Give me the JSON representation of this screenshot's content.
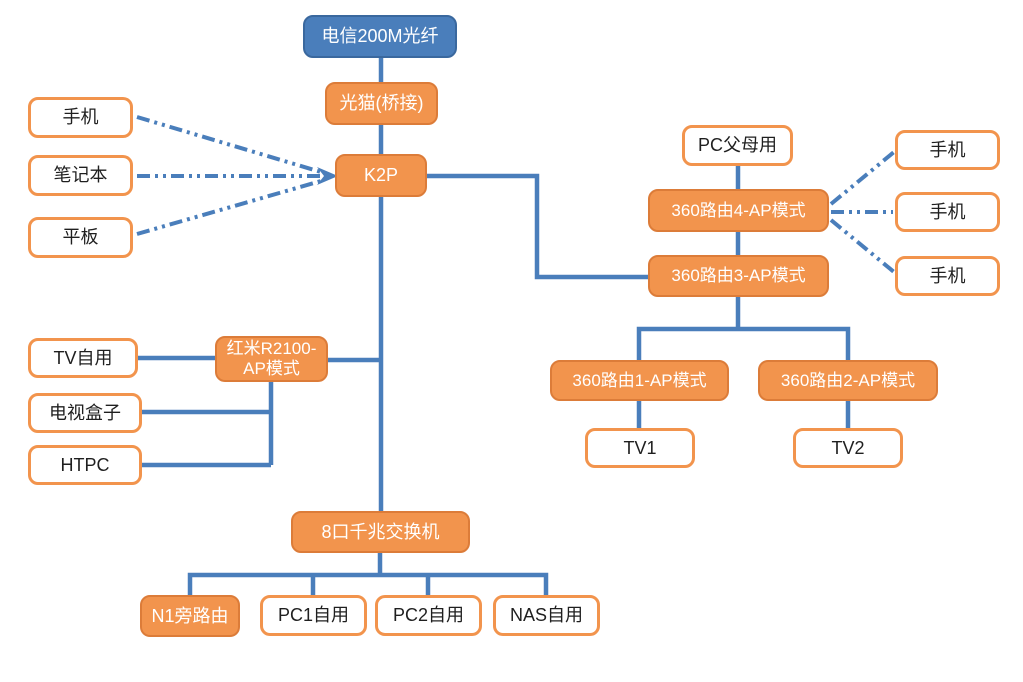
{
  "colors": {
    "blue_fill": "#4A7EBB",
    "blue_border": "#3A689E",
    "orange_fill": "#F2944D",
    "orange_border": "#DC7C39",
    "white_fill": "#FFFFFF",
    "connector_line": "#4A7EBB",
    "text_on_color": "#FFFFFF",
    "text_on_white": "#1F1F1F"
  },
  "nodes": {
    "isp": {
      "label": "电信200M光纤"
    },
    "modem": {
      "label": "光猫(桥接)"
    },
    "k2p": {
      "label": "K2P"
    },
    "phone_left": {
      "label": "手机"
    },
    "laptop": {
      "label": "笔记本"
    },
    "tablet": {
      "label": "平板"
    },
    "pc_parents": {
      "label": "PC父母用"
    },
    "router4": {
      "label": "360路由4-AP模式"
    },
    "router3": {
      "label": "360路由3-AP模式"
    },
    "phone_r1": {
      "label": "手机"
    },
    "phone_r2": {
      "label": "手机"
    },
    "phone_r3": {
      "label": "手机"
    },
    "router1": {
      "label": "360路由1-AP模式"
    },
    "router2": {
      "label": "360路由2-AP模式"
    },
    "tv1": {
      "label": "TV1"
    },
    "tv2": {
      "label": "TV2"
    },
    "tv_own": {
      "label": "TV自用"
    },
    "redmi": {
      "label": "红米R2100-AP模式"
    },
    "tvbox": {
      "label": "电视盒子"
    },
    "htpc": {
      "label": "HTPC"
    },
    "switch8": {
      "label": "8口千兆交换机"
    },
    "n1": {
      "label": "N1旁路由"
    },
    "pc1": {
      "label": "PC1自用"
    },
    "pc2": {
      "label": "PC2自用"
    },
    "nas": {
      "label": "NAS自用"
    }
  },
  "edges": [
    {
      "from": "isp",
      "to": "modem",
      "style": "solid"
    },
    {
      "from": "modem",
      "to": "k2p",
      "style": "solid"
    },
    {
      "from": "k2p",
      "to": "switch8",
      "style": "solid"
    },
    {
      "from": "k2p",
      "to": "router3",
      "style": "solid"
    },
    {
      "from": "phone_left",
      "to": "k2p",
      "style": "dash-dot-arrow"
    },
    {
      "from": "laptop",
      "to": "k2p",
      "style": "dash-dot-arrow"
    },
    {
      "from": "tablet",
      "to": "k2p",
      "style": "dash-dot-arrow"
    },
    {
      "from": "pc_parents",
      "to": "router4",
      "style": "solid"
    },
    {
      "from": "router4",
      "to": "router3",
      "style": "solid"
    },
    {
      "from": "router4",
      "to": "phone_r1",
      "style": "dash-dot"
    },
    {
      "from": "router4",
      "to": "phone_r2",
      "style": "dash-dot"
    },
    {
      "from": "router4",
      "to": "phone_r3",
      "style": "dash-dot"
    },
    {
      "from": "router3",
      "to": "router1",
      "style": "solid"
    },
    {
      "from": "router3",
      "to": "router2",
      "style": "solid"
    },
    {
      "from": "router1",
      "to": "tv1",
      "style": "solid"
    },
    {
      "from": "router2",
      "to": "tv2",
      "style": "solid"
    },
    {
      "from": "tv_own",
      "to": "redmi",
      "style": "solid"
    },
    {
      "from": "redmi",
      "to": "k2p",
      "style": "solid"
    },
    {
      "from": "redmi",
      "to": "tvbox",
      "style": "solid"
    },
    {
      "from": "redmi",
      "to": "htpc",
      "style": "solid"
    },
    {
      "from": "switch8",
      "to": "n1",
      "style": "solid"
    },
    {
      "from": "switch8",
      "to": "pc1",
      "style": "solid"
    },
    {
      "from": "switch8",
      "to": "pc2",
      "style": "solid"
    },
    {
      "from": "switch8",
      "to": "nas",
      "style": "solid"
    }
  ]
}
